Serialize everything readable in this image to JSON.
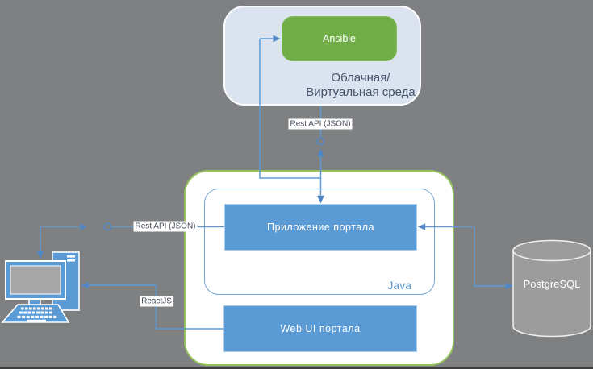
{
  "diagram": {
    "cloud": {
      "title_line1": "Облачная/",
      "title_line2": "Виртуальная среда",
      "node_ansible": "Ansible"
    },
    "platform": {
      "group_label": "Java",
      "node_app": "Приложение портала",
      "node_webui": "Web UI портала"
    },
    "database": {
      "label": "PostgreSQL"
    },
    "client": {
      "icon": "desktop-computer-icon"
    },
    "connectors": {
      "ansible_api_label": "Rest API (JSON)",
      "client_api_label": "Rest API (JSON)",
      "webui_tech_label": "ReactJS"
    },
    "colors": {
      "background": "#7f8082",
      "accent_blue": "#5b9bd5",
      "ansible_green": "#70ad47",
      "platform_border_green": "#94c15c",
      "cloud_fill": "#dbe3f1",
      "cloud_text": "#44546a",
      "cylinder_fill": "#9c9c9c",
      "connector_blue": "#4f87c5"
    }
  }
}
